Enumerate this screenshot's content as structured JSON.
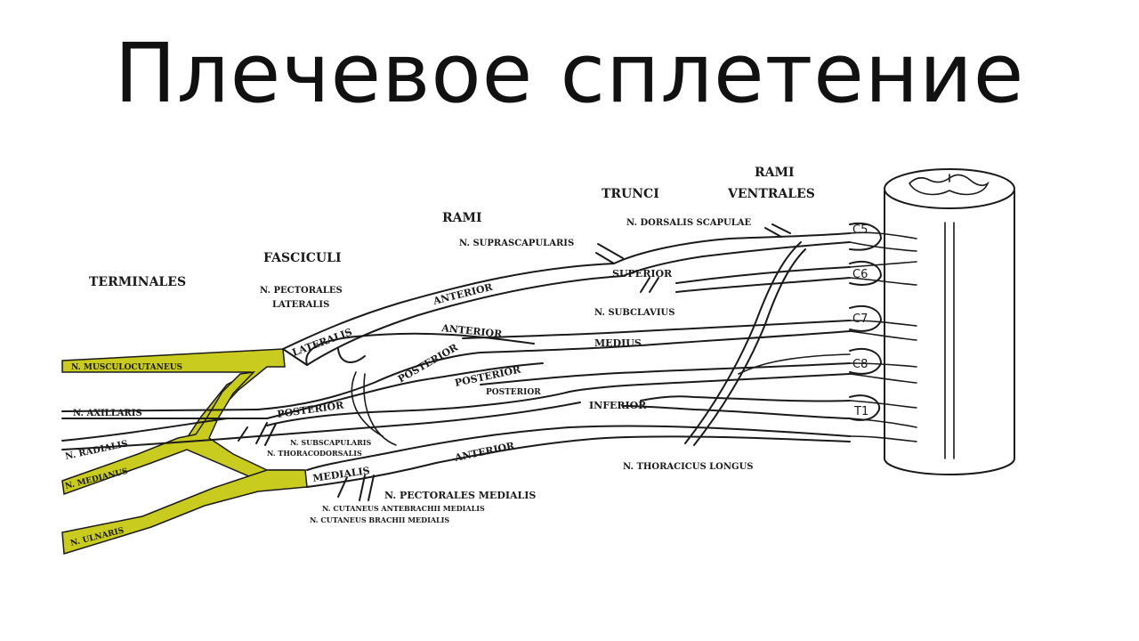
{
  "title": "Плечевое сплетение",
  "colors": {
    "highlight": "#c9cc1e",
    "line": "#1a1a1a",
    "background": "#ffffff"
  },
  "headers": {
    "terminales": "TERMINALES",
    "fasciculi": "FASCICULI",
    "rami": "RAMI",
    "trunci": "TRUNCI",
    "rami_ventrales_1": "RAMI",
    "rami_ventrales_2": "VENTRALES"
  },
  "terminal_nerves": {
    "musculocutaneus": "N. MUSCULOCUTANEUS",
    "axillaris": "N. AXILLARIS",
    "radialis": "N. RADIALIS",
    "medianus": "N. MEDIANUS",
    "ulnaris": "N. ULNARIS"
  },
  "fasciculi": {
    "lateralis": "LATERALIS",
    "posterior": "POSTERIOR",
    "medialis": "MEDIALIS"
  },
  "rami": {
    "anterior_1": "ANTERIOR",
    "anterior_2": "ANTERIOR",
    "anterior_3": "ANTERIOR",
    "posterior_1": "POSTERIOR",
    "posterior_2": "POSTERIOR",
    "posterior_3": "POSTERIOR"
  },
  "trunci": {
    "superior": "SUPERIOR",
    "medius": "MEDIUS",
    "inferior": "INFERIOR"
  },
  "branches": {
    "suprascapularis": "N. SUPRASCAPULARIS",
    "dorsalis_scapulae": "N. DORSALIS SCAPULAE",
    "subclavius": "N. SUBCLAVIUS",
    "pectorales_lateralis_1": "N. PECTORALES",
    "pectorales_lateralis_2": "LATERALIS",
    "subscapularis": "N. SUBSCAPULARIS",
    "thoracodorsalis": "N. THORACODORSALIS",
    "pectorales_medialis": "N. PECTORALES MEDIALIS",
    "cutaneus_antebrachii": "N. CUTANEUS ANTEBRACHII MEDIALIS",
    "cutaneus_brachii": "N. CUTANEUS BRACHII MEDIALIS",
    "thoracicus_longus": "N. THORACICUS LONGUS"
  },
  "roots": [
    "C5",
    "C6",
    "C7",
    "C8",
    "T1"
  ]
}
